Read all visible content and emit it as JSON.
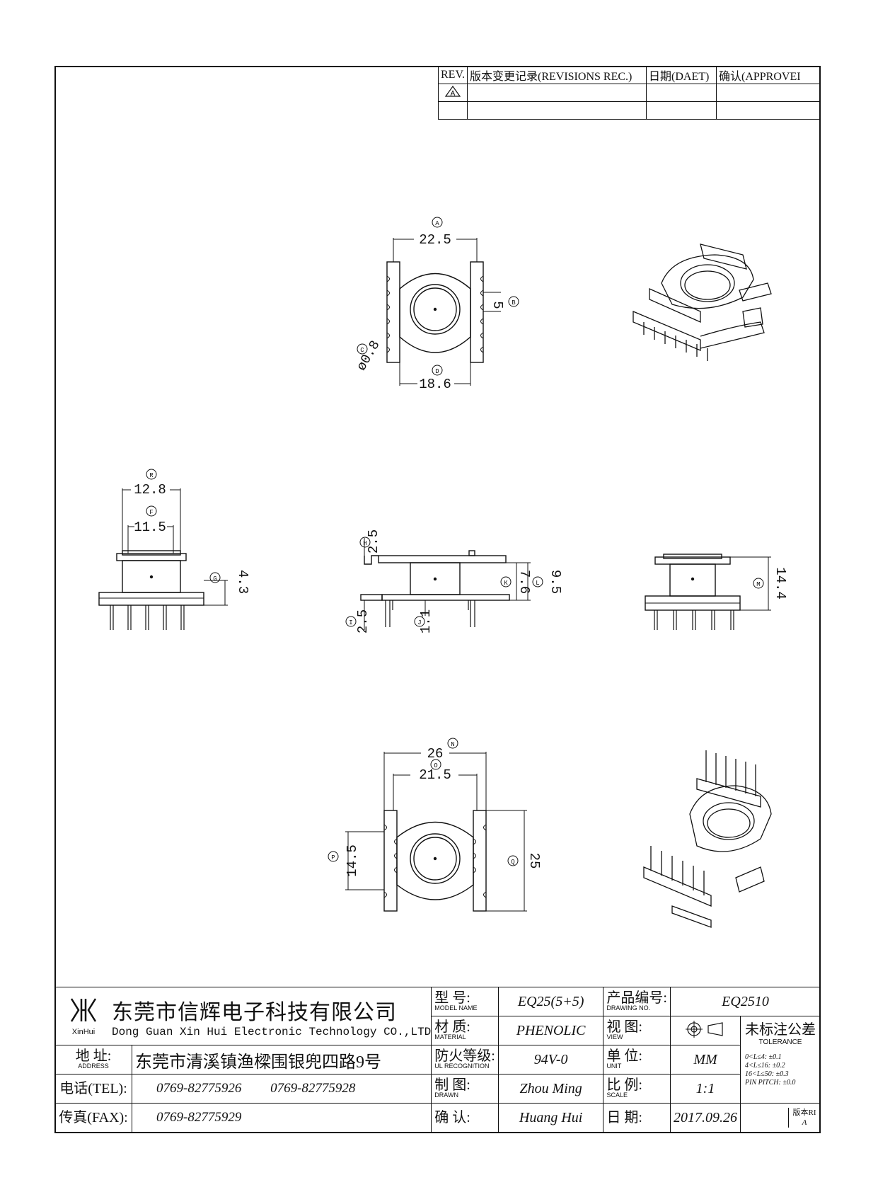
{
  "revisions": {
    "headers": [
      "REV.",
      "版本变更记录(REVISIONS REC.)",
      "日期(DAET)",
      "确认(APPROVEI"
    ],
    "rows": [
      [
        "A",
        "",
        "",
        ""
      ],
      [
        "",
        "",
        "",
        ""
      ]
    ]
  },
  "dimensions": {
    "a": "22.5",
    "a_mark": "A",
    "b": "5",
    "b_mark": "B",
    "c": "ø0.8",
    "c_mark": "C",
    "d": "18.6",
    "d_mark": "D",
    "r": "12.8",
    "r_mark": "R",
    "f": "11.5",
    "f_mark": "F",
    "g": "4.3",
    "g_mark": "G",
    "h": "2.5",
    "h_mark": "H",
    "i": "2.5",
    "i_mark": "I",
    "j": "1.1",
    "j_mark": "J",
    "k": "7.6",
    "k_mark": "K",
    "l": "9.5",
    "l_mark": "L",
    "m": "14.4",
    "m_mark": "M",
    "n": "26",
    "n_mark": "N",
    "o": "21.5",
    "o_mark": "O",
    "p": "14.5",
    "p_mark": "P",
    "q": "25",
    "q_mark": "Q"
  },
  "title_block": {
    "logo_text": "XinHui",
    "company_cn": "东莞市信辉电子科技有限公司",
    "company_en": "Dong Guan Xin Hui Electronic Technology CO.,LTD",
    "model_label": "型 号:",
    "model_label_en": "MODEL NAME",
    "model": "EQ25(5+5)",
    "drawing_no_label": "产品编号:",
    "drawing_no_label_en": "DRAWING NO.",
    "drawing_no": "EQ2510",
    "material_label": "材 质:",
    "material_label_en": "MATERIAL",
    "material": "PHENOLIC",
    "view_label": "视 图:",
    "view_label_en": "VIEW",
    "tolerance_title": "未标注公差",
    "tolerance_title_en": "TOLERANCE",
    "tolerances": [
      "0<L≤4:  ±0.1",
      "4<L≤16:  ±0.2",
      "16<L≤50:  ±0.3",
      "PIN PITCH:  ±0.0"
    ],
    "address_label": "地 址:",
    "address_label_en": "ADDRESS",
    "address": "东莞市清溪镇渔樑围银兜四路9号",
    "fire_label": "防火等级:",
    "fire_label_en": "UL RECOGNITION",
    "fire": "94V-0",
    "unit_label": "单 位:",
    "unit_label_en": "UNIT",
    "unit": "MM",
    "tel_label": "电话(TEL):",
    "tel1": "0769-82775926",
    "tel2": "0769-82775928",
    "drawn_label": "制 图:",
    "drawn_label_en": "DRAWN",
    "drawn": "Zhou Ming",
    "scale_label": "比 例:",
    "scale_label_en": "SCALE",
    "scale": "1:1",
    "fax_label": "传真(FAX):",
    "fax": "0769-82775929",
    "check_label": "确 认:",
    "checked": "Huang Hui",
    "date_label": "日 期:",
    "date": "2017.09.26",
    "rev_label": "版本RI",
    "rev": "A"
  }
}
